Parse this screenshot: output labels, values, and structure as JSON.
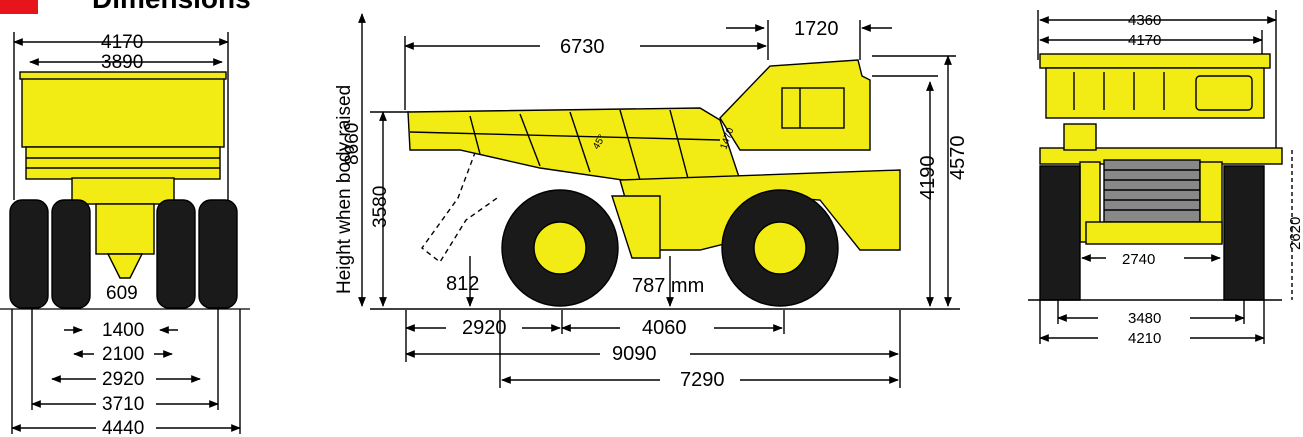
{
  "title": "Dimensions",
  "colors": {
    "body": "#F2EB14",
    "tire": "#1a1a1a",
    "line": "#000000",
    "accent": "#E8141B",
    "hub": "#F2EB14"
  },
  "rear_view": {
    "width_4170": "4170",
    "width_3890": "3890",
    "clearance_609": "609",
    "d_1400": "1400",
    "d_2100": "2100",
    "d_2920": "2920",
    "d_3710": "3710",
    "d_4440": "4440"
  },
  "side_view": {
    "height_label": "Height when body raised",
    "h_8660": "8660",
    "d_6730": "6730",
    "d_1720": "1720",
    "h_3580": "3580",
    "h_4190": "4190",
    "h_4570": "4570",
    "d_812": "812",
    "d_787": "787 mm",
    "d_2920": "2920",
    "d_4060": "4060",
    "d_9090": "9090",
    "d_7290": "7290",
    "angle_45": "45°",
    "angle_1470": "1470"
  },
  "front_view": {
    "w_4360": "4360",
    "w_4170": "4170",
    "h_2620": "2620",
    "d_2740": "2740",
    "d_3480": "3480",
    "d_4210": "4210"
  }
}
